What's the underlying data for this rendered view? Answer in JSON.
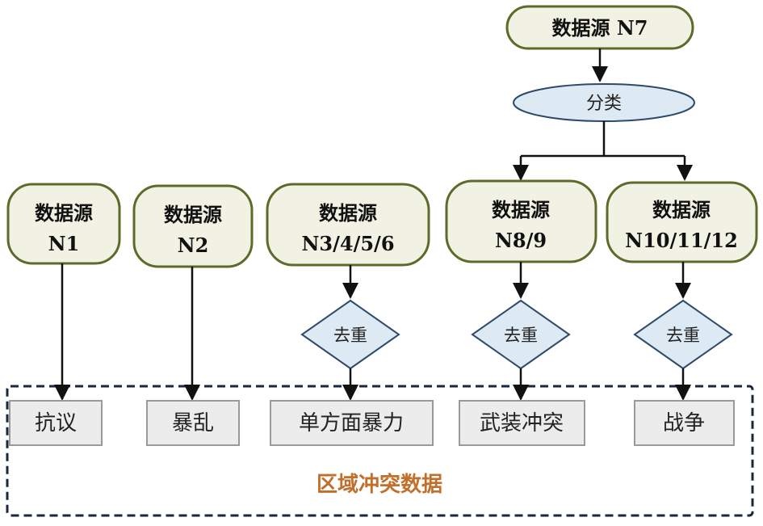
{
  "sources": {
    "n1": {
      "line1": "数据源",
      "line2": "N1"
    },
    "n2": {
      "line1": "数据源",
      "line2": "N2"
    },
    "n3": {
      "line1": "数据源",
      "line2": "N3/4/5/6"
    },
    "n8": {
      "line1": "数据源",
      "line2": "N8/9"
    },
    "n10": {
      "line1": "数据源",
      "line2": "N10/11/12"
    },
    "n7": {
      "label": "数据源 N7"
    }
  },
  "classify": {
    "label": "分类"
  },
  "dedup": {
    "label": "去重"
  },
  "outputs": {
    "protest": "抗议",
    "riot": "暴乱",
    "one_sided": "单方面暴力",
    "armed": "武装冲突",
    "war": "战争"
  },
  "region": {
    "label": "区域冲突数据"
  },
  "colors": {
    "source_fill": "#f1f1e4",
    "source_stroke": "#5c6b2a",
    "diamond_fill": "#dde9f3",
    "diamond_stroke": "#2e4a6b",
    "output_fill": "#ececec",
    "output_stroke": "#9a9a9a",
    "dashed_border": "#1a2740",
    "region_text": "#c0702a"
  }
}
